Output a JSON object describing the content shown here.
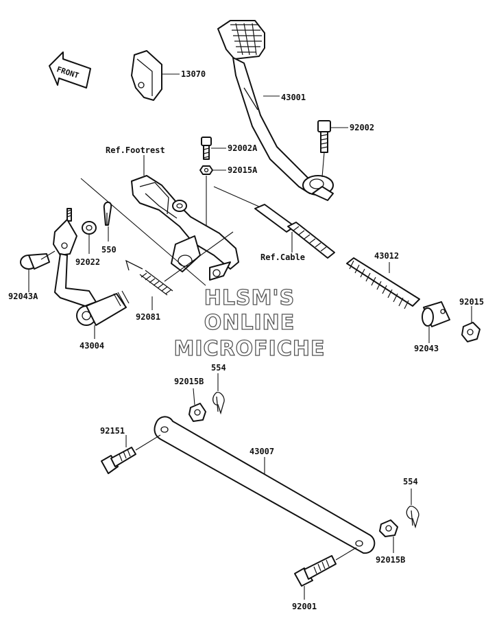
{
  "front_label": "FRONT",
  "labels": {
    "p13070": "13070",
    "p43001": "43001",
    "p92002": "92002",
    "p92002a": "92002A",
    "p92015a": "92015A",
    "ref_footrest": "Ref.Footrest",
    "ref_cable": "Ref.Cable",
    "p43012": "43012",
    "p92015": "92015",
    "p92043": "92043",
    "p550": "550",
    "p92022": "92022",
    "p92043a": "92043A",
    "p92081": "92081",
    "p43004": "43004",
    "p554_top": "554",
    "p92015b_top": "92015B",
    "p92151": "92151",
    "p43007": "43007",
    "p554_bottom": "554",
    "p92015b_bottom": "92015B",
    "p92001": "92001"
  },
  "watermark": {
    "line1": "HLSM'S",
    "line2": "ONLINE",
    "line3": "MICROFICHE"
  }
}
